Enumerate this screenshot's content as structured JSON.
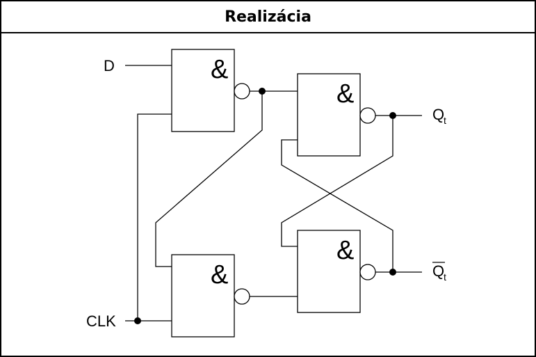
{
  "title": "Realizácia",
  "gates": [
    {
      "id": "g1",
      "symbol": "&"
    },
    {
      "id": "g2",
      "symbol": "&"
    },
    {
      "id": "g3",
      "symbol": "&"
    },
    {
      "id": "g4",
      "symbol": "&"
    }
  ],
  "labels": {
    "d": "D",
    "clk": "CLK",
    "q": "Q",
    "q_sub": "t",
    "qbar": "Q",
    "qbar_sub": "t"
  }
}
